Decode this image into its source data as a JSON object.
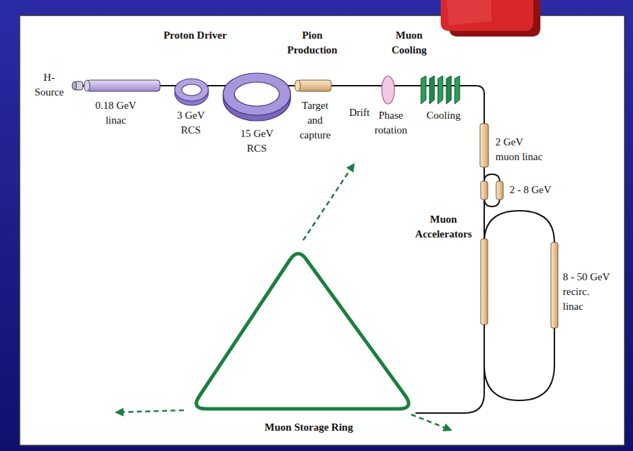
{
  "diagram": {
    "labels": [
      "Proton Driver",
      "Pion Production",
      "Muon Cooling",
      "H- Source",
      "0.18 GeV linac",
      "3 GeV RCS",
      "15 GeV RCS",
      "Target and capture",
      "Drift",
      "Phase rotation",
      "Cooling",
      "2 GeV muon linac",
      "2 - 8 GeV",
      "Muon Accelerators",
      "8 - 50 GeV recirc. linac",
      "Muon Storage Ring"
    ]
  }
}
